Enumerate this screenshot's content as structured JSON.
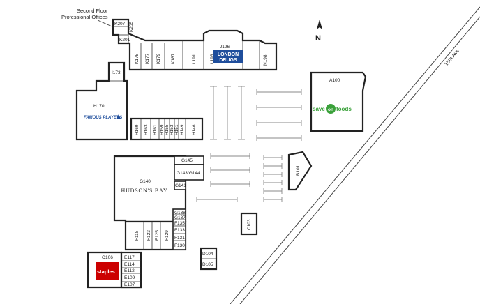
{
  "header": {
    "line1": "Second Floor",
    "line2": "Professional Offices"
  },
  "road": {
    "label": "15th Ave"
  },
  "compass": {
    "label": "N"
  },
  "anchors": {
    "london_drugs": {
      "unit": "J196",
      "line1": "LONDON",
      "line2": "DRUGS",
      "color": "#1f4e9c"
    },
    "famous_players": {
      "unit": "H170",
      "label": "FAMOUS PLAYERS",
      "color": "#1f4e9c"
    },
    "save_on_foods": {
      "unit": "A100",
      "label1": "save",
      "label2": "on",
      "label3": "foods",
      "color": "#3aa13a"
    },
    "hudsons_bay": {
      "unit": "G140",
      "label": "HUDSON'S BAY"
    },
    "staples": {
      "unit": "O106",
      "label": "staples",
      "color": "#cc0000"
    }
  },
  "units": {
    "k207": "K207",
    "k205": "K205",
    "k201": "K201",
    "k175": "K175",
    "k177": "K177",
    "k179": "K179",
    "k187": "K187",
    "l191": "L191",
    "l193": "L193",
    "n198": "N198",
    "i173": "I173",
    "h169": "H169",
    "h163": "H163",
    "h161": "H161",
    "h159": "H159",
    "h155": "H155",
    "h153": "H153",
    "h151": "H151",
    "h149": "H149",
    "h146": "H146",
    "g145": "G145",
    "g143": "G143/G144",
    "g141": "G141",
    "g138": "G138",
    "g137": "G137",
    "f135": "F135",
    "f133": "F133",
    "f131": "F131",
    "f130": "F130",
    "f118": "F118",
    "f123": "F123",
    "f125": "F125",
    "f129": "F129",
    "b101": "B101",
    "c103": "C103",
    "d104": "D104",
    "d105": "D105",
    "e117": "E117",
    "e114": "E114",
    "e112": "E112",
    "e109": "E109",
    "e107": "E107"
  }
}
